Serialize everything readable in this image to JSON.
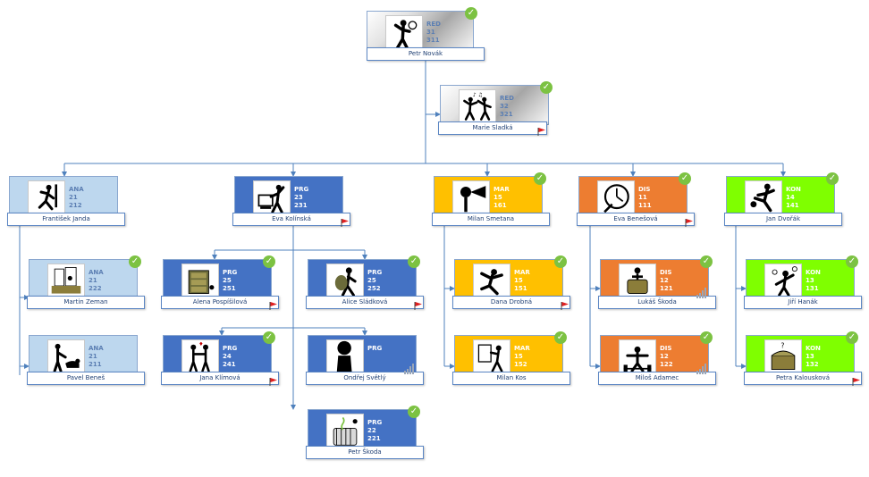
{
  "colors": {
    "line": "#4f81bd",
    "check": "#7cc242",
    "red": "#b3b3b3",
    "prg": "#4472c4",
    "mar": "#ffc000",
    "dis": "#ed7d31",
    "kon": "#7fff00",
    "ana": "#bdd7ee"
  },
  "nodes": {
    "petr_novak": {
      "name": "Petr Novák",
      "code": "RED",
      "n1": "31",
      "n2": "311",
      "dept": "red",
      "pic": "pic-juggler",
      "status": "ok"
    },
    "marie_sladka": {
      "name": "Marie Sladká",
      "code": "RED",
      "n1": "32",
      "n2": "321",
      "dept": "red",
      "pic": "pic-dancers",
      "status": "ok",
      "flag": true
    },
    "frantisek_janda": {
      "name": "František Janda",
      "code": "ANA",
      "n1": "21",
      "n2": "212",
      "dept": "ana",
      "pic": "pic-runner",
      "status": "none"
    },
    "eva_kolinska": {
      "name": "Eva Kolínská",
      "code": "PRG",
      "n1": "23",
      "n2": "231",
      "dept": "prg",
      "pic": "pic-computer",
      "status": "none",
      "flag": true
    },
    "milan_smetana": {
      "name": "Milan Smetana",
      "code": "MAR",
      "n1": "15",
      "n2": "161",
      "dept": "mar",
      "pic": "pic-megaphone",
      "status": "ok"
    },
    "eva_benesova": {
      "name": "Eva Benešová",
      "code": "DIS",
      "n1": "11",
      "n2": "111",
      "dept": "dis",
      "pic": "pic-clock",
      "status": "ok",
      "flag": true
    },
    "jan_dvorak": {
      "name": "Jan Dvořák",
      "code": "KON",
      "n1": "14",
      "n2": "141",
      "dept": "kon",
      "pic": "pic-kicker",
      "status": "ok"
    },
    "martin_zeman": {
      "name": "Martin Zeman",
      "code": "ANA",
      "n1": "21",
      "n2": "222",
      "dept": "ana",
      "pic": "pic-desk",
      "status": "ok"
    },
    "pavel_benes": {
      "name": "Pavel Beneš",
      "code": "ANA",
      "n1": "21",
      "n2": "211",
      "dept": "ana",
      "pic": "pic-dog",
      "status": "none"
    },
    "alena_pospisilova": {
      "name": "Alena Pospíšilová",
      "code": "PRG",
      "n1": "25",
      "n2": "251",
      "dept": "prg",
      "pic": "pic-cabinet",
      "status": "ok",
      "flag": true
    },
    "alice_sladkova": {
      "name": "Alice Sládková",
      "code": "PRG",
      "n1": "25",
      "n2": "252",
      "dept": "prg",
      "pic": "pic-backpack",
      "status": "ok",
      "flag": true
    },
    "jana_klimova": {
      "name": "Jana Klímová",
      "code": "PRG",
      "n1": "24",
      "n2": "241",
      "dept": "prg",
      "pic": "pic-couple",
      "status": "ok",
      "flag": true
    },
    "ondrej_svetly": {
      "name": "Ondřej Světlý",
      "code": "PRG",
      "n1": "",
      "n2": "",
      "dept": "prg",
      "pic": "pic-silhouette",
      "status": "bars"
    },
    "petr_skoda": {
      "name": "Petr Škoda",
      "code": "PRG",
      "n1": "22",
      "n2": "221",
      "dept": "prg",
      "pic": "pic-heater",
      "status": "ok"
    },
    "dana_drobna": {
      "name": "Dana Drobná",
      "code": "MAR",
      "n1": "15",
      "n2": "151",
      "dept": "mar",
      "pic": "pic-jumper",
      "status": "ok",
      "flag": true
    },
    "milan_kos": {
      "name": "Milan Kos",
      "code": "MAR",
      "n1": "15",
      "n2": "152",
      "dept": "mar",
      "pic": "pic-painter",
      "status": "ok"
    },
    "lukas_skoda": {
      "name": "Lukáš Škoda",
      "code": "DIS",
      "n1": "12",
      "n2": "121",
      "dept": "dis",
      "pic": "pic-luggage",
      "status": "ok",
      "bars": true
    },
    "milos_adamec": {
      "name": "Miloš Adamec",
      "code": "DIS",
      "n1": "12",
      "n2": "122",
      "dept": "dis",
      "pic": "pic-lifter",
      "status": "ok",
      "bars": true
    },
    "jiri_hanak": {
      "name": "Jiří Hanák",
      "code": "KON",
      "n1": "13",
      "n2": "131",
      "dept": "kon",
      "pic": "pic-juggler2",
      "status": "ok"
    },
    "petra_kalouskova": {
      "name": "Petra Kalousková",
      "code": "KON",
      "n1": "13",
      "n2": "132",
      "dept": "kon",
      "pic": "pic-chest",
      "status": "ok",
      "flag": true
    }
  }
}
